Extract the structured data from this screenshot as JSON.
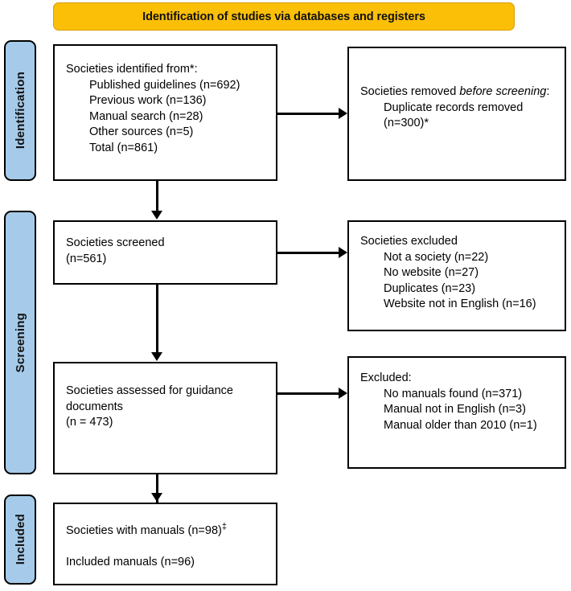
{
  "banner": {
    "title": "Identification of studies via databases and registers",
    "color": "#FBBF08"
  },
  "stages": {
    "identification": "Identification",
    "screening": "Screening",
    "included": "Included",
    "color": "#A6CBEA"
  },
  "boxes": {
    "identified": {
      "heading": "Societies identified from*:",
      "items": [
        "Published guidelines (n=692)",
        "Previous work (n=136)",
        "Manual search (n=28)",
        "Other sources (n=5)",
        "Total (n=861)"
      ]
    },
    "removed": {
      "heading_pre": "Societies removed ",
      "heading_italic": "before screening",
      "heading_post": ":",
      "items": [
        "Duplicate records removed",
        "(n=300)*"
      ]
    },
    "screened": {
      "heading": "Societies screened",
      "count": "(n=561)"
    },
    "excluded_screening": {
      "heading": "Societies excluded",
      "items": [
        "Not a society (n=22)",
        "No website (n=27)",
        "Duplicates (n=23)",
        "Website not in English (n=16)"
      ]
    },
    "assessed": {
      "heading_line1": "Societies assessed for guidance",
      "heading_line2": "documents",
      "count": "(n = 473)"
    },
    "excluded_eligibility": {
      "heading": "Excluded:",
      "items": [
        "No manuals found (n=371)",
        "Manual not in English (n=3)",
        "Manual older than 2010 (n=1)"
      ]
    },
    "included": {
      "line1_pre": "Societies with manuals (n=98)",
      "line1_sup": "‡",
      "line2": "Included manuals (n=96)"
    }
  }
}
